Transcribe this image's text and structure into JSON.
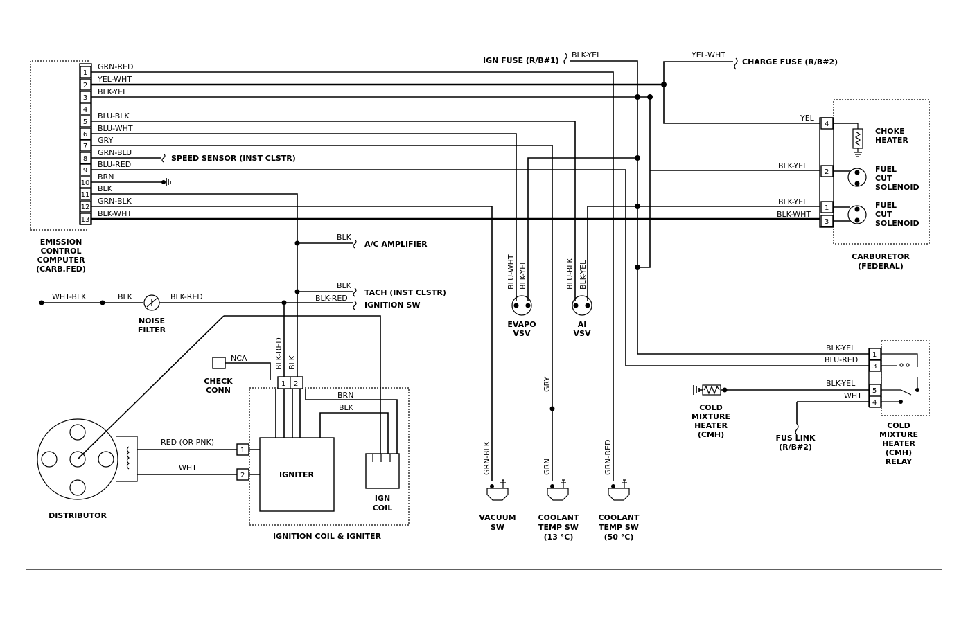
{
  "ecu": {
    "title": [
      "EMISSION",
      "CONTROL",
      "COMPUTER",
      "(CARB.FED)"
    ],
    "pins": [
      "1",
      "2",
      "3",
      "4",
      "5",
      "6",
      "7",
      "8",
      "9",
      "10",
      "11",
      "12",
      "13"
    ],
    "wires": [
      "GRN-RED",
      "YEL-WHT",
      "BLK-YEL",
      "",
      "BLU-BLK",
      "BLU-WHT",
      "GRY",
      "GRN-BLU",
      "BLU-RED",
      "BRN",
      "BLK",
      "GRN-BLK",
      "BLK-WHT"
    ]
  },
  "top": {
    "ign_fuse": "IGN FUSE (R/B#1)",
    "ign_fuse_wire": "BLK-YEL",
    "charge_fuse": "CHARGE FUSE (R/B#2)",
    "charge_fuse_wire": "YEL-WHT"
  },
  "speed_sensor": "SPEED SENSOR (INST CLSTR)",
  "ac_amp": {
    "wire": "BLK",
    "label": "A/C AMPLIFIER"
  },
  "tach": {
    "wire": "BLK",
    "label": "TACH (INST CLSTR)"
  },
  "ign_sw": {
    "wire": "BLK-RED",
    "label": "IGNITION SW"
  },
  "noise_filter": {
    "label": [
      "NOISE",
      "FILTER"
    ],
    "wire_left": "WHT-BLK",
    "wire_mid": "BLK",
    "wire_right": "BLK-RED"
  },
  "check_conn": {
    "label": [
      "CHECK",
      "CONN"
    ],
    "nca": "NCA"
  },
  "igniter_assy": {
    "label": "IGNITION COIL & IGNITER",
    "igniter": "IGNITER",
    "coil": [
      "IGN",
      "COIL"
    ],
    "vert_wires": [
      "BLK-RED",
      "BLK"
    ],
    "conn_pins": [
      "1",
      "2"
    ],
    "wire_brn": "BRN",
    "wire_blk": "BLK",
    "input_pins": [
      "1",
      "2"
    ]
  },
  "distributor": {
    "label": "DISTRIBUTOR",
    "wire1": "RED (OR PNK)",
    "wire2": "WHT"
  },
  "evapo_vsv": {
    "label": [
      "EVAPO",
      "VSV"
    ],
    "wires": [
      "BLU-WHT",
      "BLK-YEL"
    ]
  },
  "ai_vsv": {
    "label": [
      "AI",
      "VSV"
    ],
    "wires": [
      "BLU-BLK",
      "BLK-YEL"
    ]
  },
  "vacuum_sw": {
    "label": [
      "VACUUM",
      "SW"
    ],
    "wire": "GRN-BLK"
  },
  "coolant_13": {
    "label": [
      "COOLANT",
      "TEMP SW",
      "(13 °C)"
    ],
    "wire_upper": "GRY",
    "wire_lower": "GRN"
  },
  "coolant_50": {
    "label": [
      "COOLANT",
      "TEMP SW",
      "(50 °C)"
    ],
    "wire": "GRN-RED"
  },
  "carburetor": {
    "label": [
      "CARBURETOR",
      "(FEDERAL)"
    ],
    "pins": [
      "4",
      "2",
      "1",
      "3"
    ],
    "wires": [
      "YEL",
      "BLK-YEL",
      "BLK-YEL",
      "BLK-WHT"
    ],
    "choke": [
      "CHOKE",
      "HEATER"
    ],
    "fcs1": [
      "FUEL",
      "CUT",
      "SOLENOID"
    ],
    "fcs2": [
      "FUEL",
      "CUT",
      "SOLENOID"
    ]
  },
  "cmh": {
    "label": [
      "COLD",
      "MIXTURE",
      "HEATER",
      "(CMH)"
    ]
  },
  "cmh_relay": {
    "label": [
      "COLD",
      "MIXTURE",
      "HEATER",
      "(CMH)",
      "RELAY"
    ],
    "pins": [
      "1",
      "3",
      "5",
      "4"
    ],
    "wires": [
      "BLK-YEL",
      "BLU-RED",
      "BLK-YEL",
      "WHT"
    ]
  },
  "fus_link": [
    "FUS LINK",
    "(R/B#2)"
  ]
}
